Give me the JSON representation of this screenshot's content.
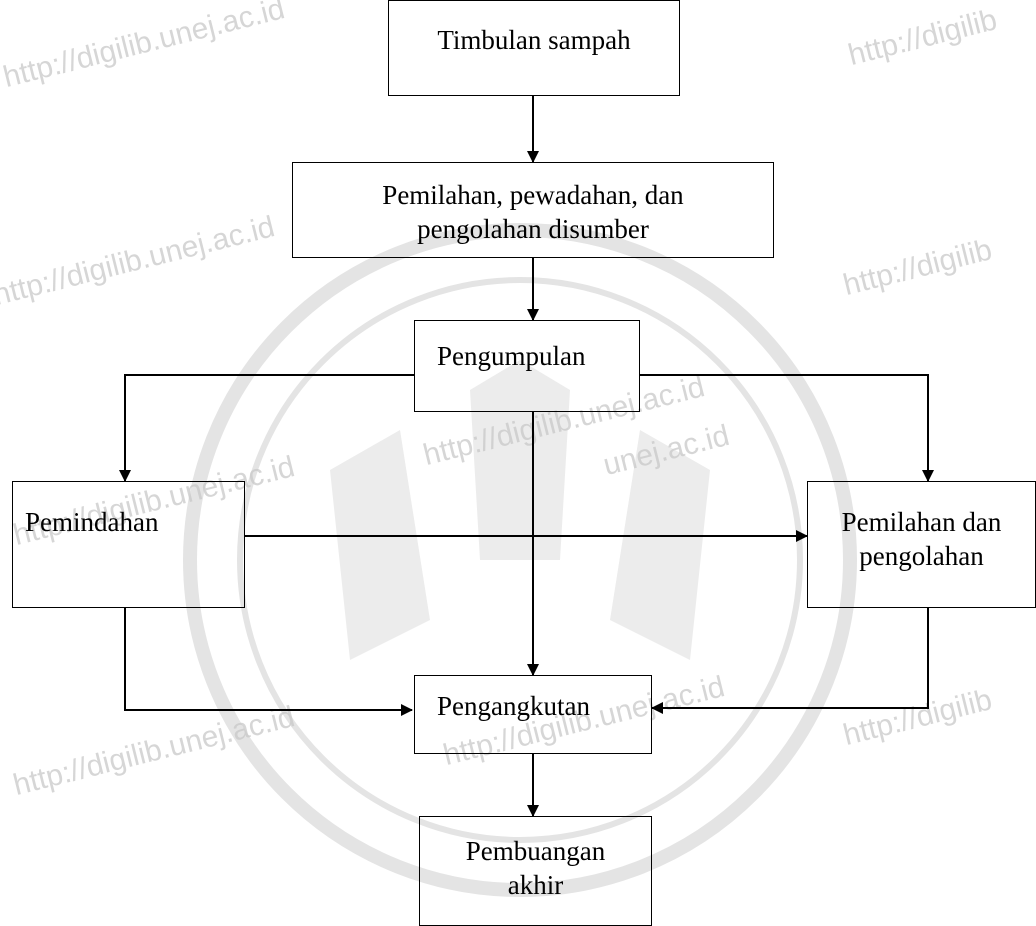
{
  "watermark": {
    "text_http": "http://digilib",
    "text_unej": "digilib.unej.ac.id",
    "text_ac": "unej.ac.id",
    "text_http_full": "http://digilib.unej.ac.id"
  },
  "nodes": {
    "timbulan": "Timbulan sampah",
    "pemilahan_sumber": "Pemilahan, pewadahan, dan\npengolahan disumber",
    "pengumpulan": "Pengumpulan",
    "pemindahan": "Pemindahan",
    "pemilahan_pengolahan": "Pemilahan dan\npengolahan",
    "pengangkutan": "Pengangkutan",
    "pembuangan": "Pembuangan\nakhir"
  },
  "colors": {
    "line": "#000000",
    "watermark": "#c9c9c9"
  }
}
